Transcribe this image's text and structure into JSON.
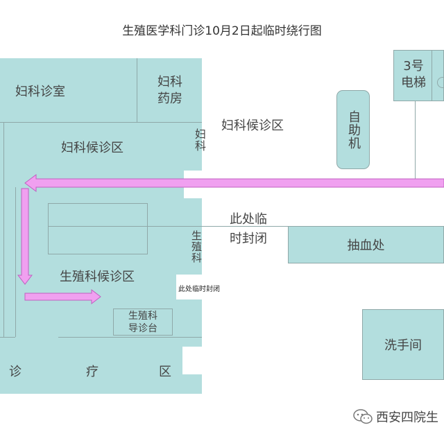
{
  "title": "生殖医学科门诊10月2日起临时绕行图",
  "rooms": {
    "gyn_consult": "妇科诊室",
    "gyn_pharmacy_l1": "妇科",
    "gyn_pharmacy_l2": "药房",
    "gyn_waiting_inner": "妇科候诊区",
    "gyn_waiting_outer": "妇科候诊区",
    "gyn_vert": "妇科",
    "repro_vert": "生殖科",
    "repro_waiting": "生殖科候诊区",
    "repro_desk_l1": "生殖科",
    "repro_desk_l2": "导诊台",
    "clinic_1": "诊",
    "clinic_2": "疗",
    "clinic_3": "区",
    "elevator_l1": "3号",
    "elevator_l2": "电梯",
    "kiosk": "自助机",
    "blood": "抽血处",
    "restroom": "洗手间"
  },
  "notices": {
    "closed_big_l1": "此处临",
    "closed_big_l2": "时封闭",
    "closed_small": "此处临时封闭"
  },
  "watermark": "西安四院生",
  "colors": {
    "room_fill": "#b3dede",
    "arrow": "#f0a0f0",
    "arrow_stroke": "#c060c0"
  }
}
